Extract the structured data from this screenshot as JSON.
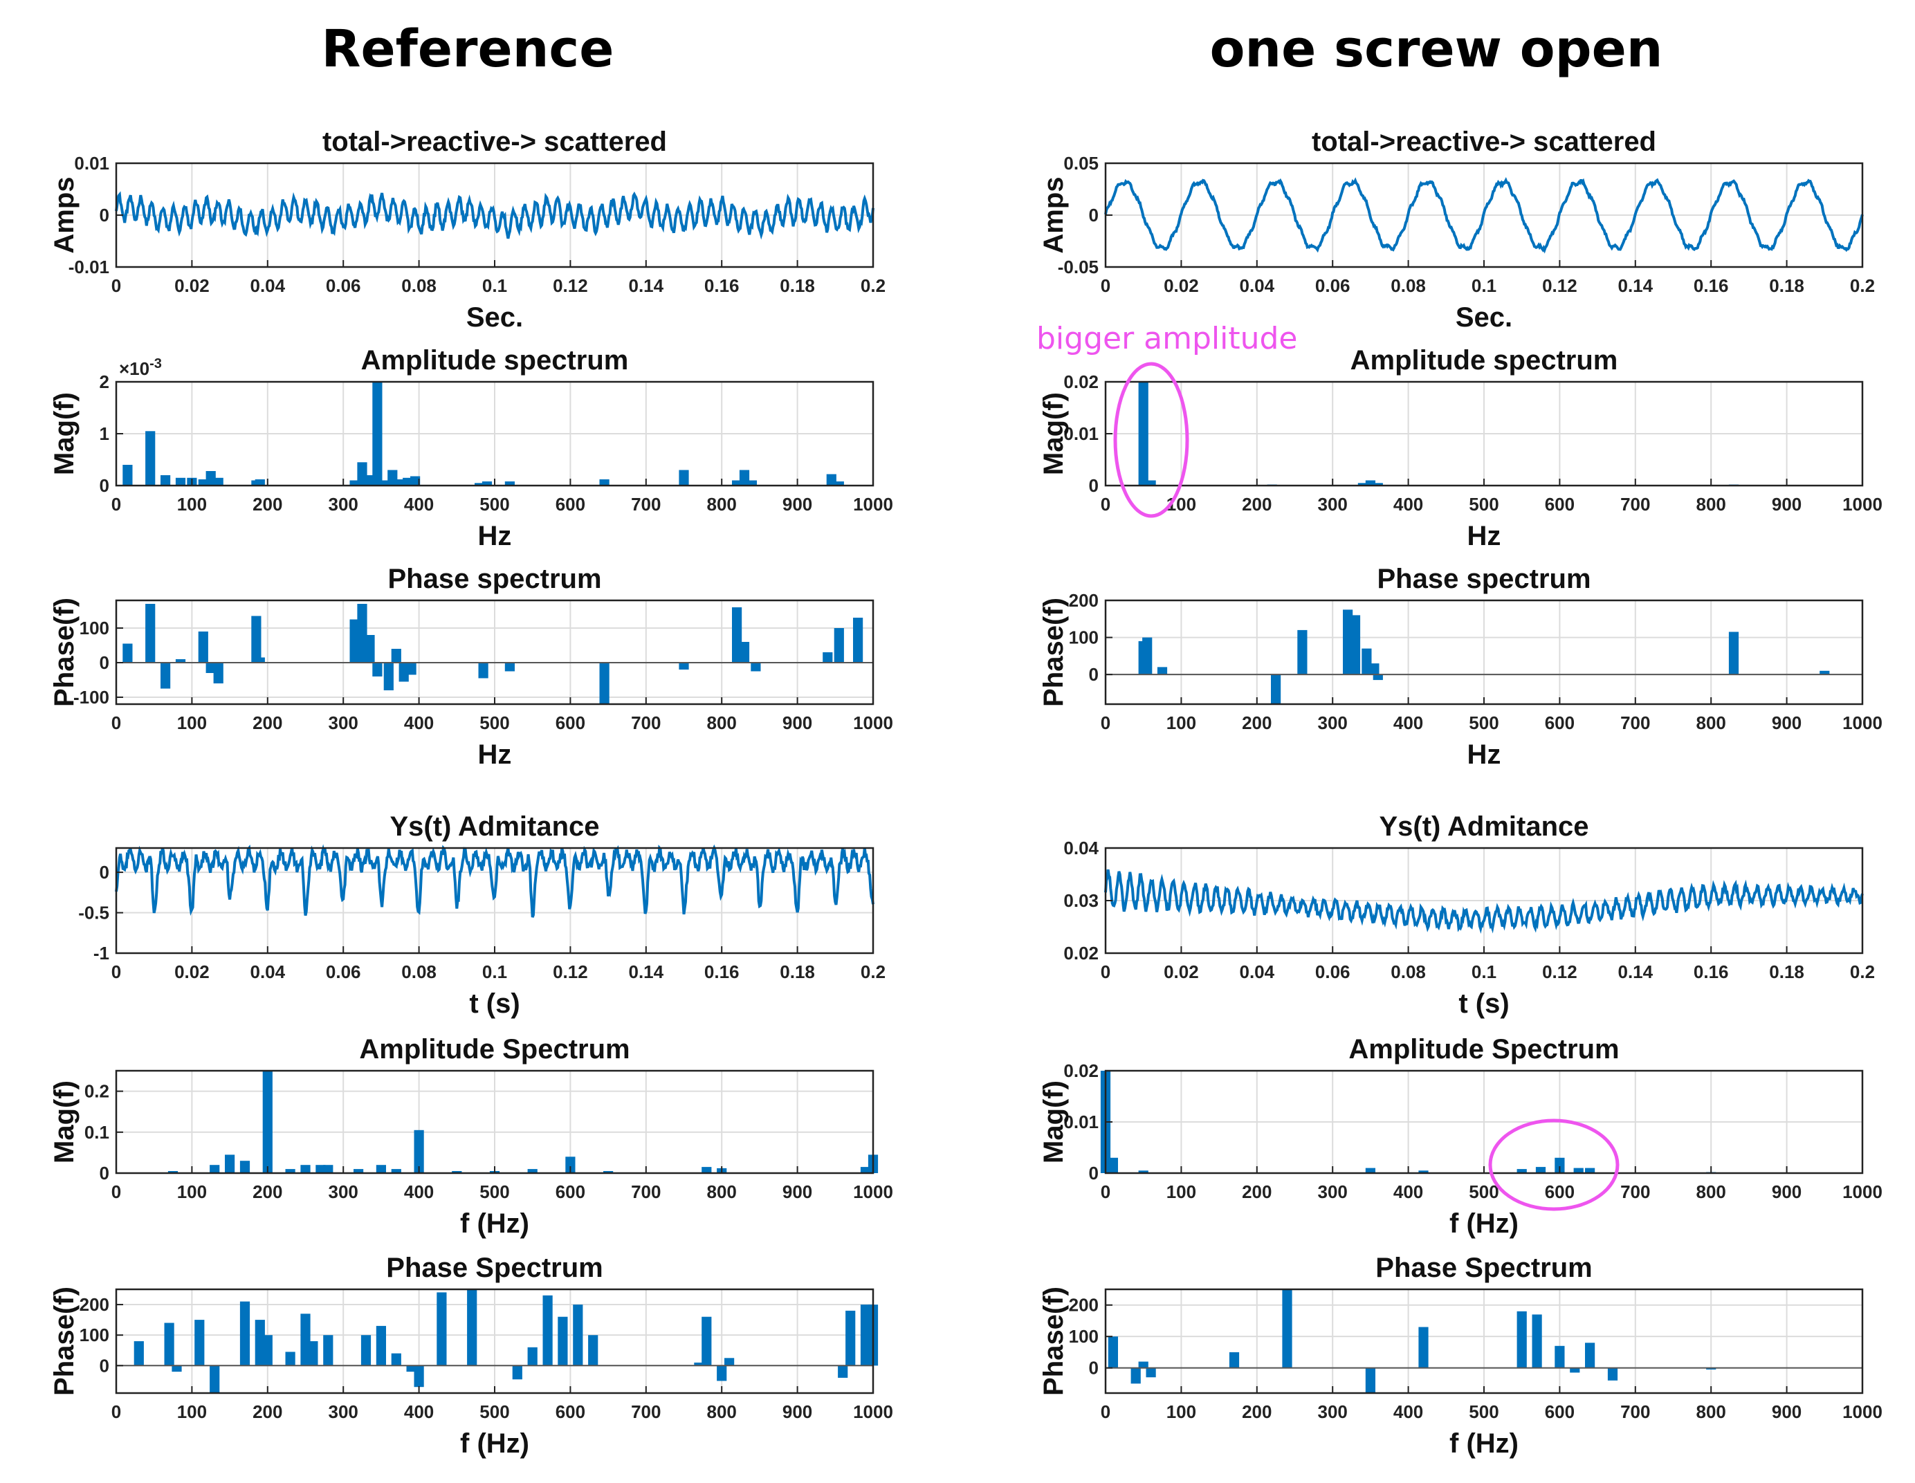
{
  "columns": {
    "left_title": "Reference",
    "right_title": "one screw open"
  },
  "annotations": {
    "bigger_amplitude": "bigger amplitude"
  },
  "colors": {
    "series": "#0072BD",
    "annotation": "#ee55ee",
    "grid": "#dcdcdc"
  },
  "chart_data": [
    {
      "type": "line",
      "title": "total->reactive-> scattered",
      "xlabel": "Sec.",
      "ylabel": "Amps",
      "xlim": [
        0,
        0.2
      ],
      "ylim": [
        -0.01,
        0.01
      ],
      "xticks": [
        0,
        0.02,
        0.04,
        0.06,
        0.08,
        0.1,
        0.12,
        0.14,
        0.16,
        0.18,
        0.2
      ],
      "xticklabels": [
        "0",
        "0.02",
        "0.04",
        "0.06",
        "0.08",
        "0.1",
        "0.12",
        "0.14",
        "0.16",
        "0.18",
        "0.2"
      ],
      "yticks": [
        -0.01,
        0,
        0.01
      ],
      "yticklabels": [
        "-0.01",
        "0",
        "0.01"
      ],
      "signal": {
        "components": [
          {
            "freq": 345,
            "amp": 0.0022
          },
          {
            "freq": 45,
            "amp": 0.0011
          },
          {
            "freq": 15,
            "amp": 0.0004
          },
          {
            "freq": 130,
            "amp": 0.0003
          }
        ],
        "noise": 0.0006
      }
    },
    {
      "type": "bar",
      "title": "Amplitude spectrum",
      "xlabel": "Hz",
      "ylabel": "Mag(f)",
      "xlim": [
        0,
        1000
      ],
      "ylim": [
        0,
        0.002
      ],
      "xticks": [
        0,
        100,
        200,
        300,
        400,
        500,
        600,
        700,
        800,
        900,
        1000
      ],
      "xticklabels": [
        "0",
        "100",
        "200",
        "300",
        "400",
        "500",
        "600",
        "700",
        "800",
        "900",
        "1000"
      ],
      "yticks": [
        0,
        0.001,
        0.002
      ],
      "yticklabels": [
        "0",
        "1",
        "2"
      ],
      "exponent": "×10^-3",
      "bars": [
        [
          15,
          0.0004
        ],
        [
          45,
          0.00105
        ],
        [
          65,
          0.0002
        ],
        [
          85,
          0.00015
        ],
        [
          100,
          0.00015
        ],
        [
          115,
          0.00012
        ],
        [
          125,
          0.00028
        ],
        [
          135,
          0.00015
        ],
        [
          185,
          0.0001
        ],
        [
          190,
          0.00012
        ],
        [
          315,
          0.0001
        ],
        [
          325,
          0.00045
        ],
        [
          335,
          0.0002
        ],
        [
          345,
          0.002
        ],
        [
          355,
          0.0001
        ],
        [
          365,
          0.0003
        ],
        [
          375,
          0.00012
        ],
        [
          385,
          0.00015
        ],
        [
          395,
          0.00018
        ],
        [
          480,
          5e-05
        ],
        [
          490,
          8e-05
        ],
        [
          520,
          8e-05
        ],
        [
          645,
          0.00012
        ],
        [
          750,
          0.0003
        ],
        [
          820,
          0.0001
        ],
        [
          830,
          0.0003
        ],
        [
          840,
          0.0001
        ],
        [
          945,
          0.00022
        ],
        [
          955,
          8e-05
        ]
      ]
    },
    {
      "type": "bar",
      "title": "Phase spectrum",
      "xlabel": "Hz",
      "ylabel": "Phase(f)",
      "xlim": [
        0,
        1000
      ],
      "ylim": [
        -120,
        180
      ],
      "xticks": [
        0,
        100,
        200,
        300,
        400,
        500,
        600,
        700,
        800,
        900,
        1000
      ],
      "xticklabels": [
        "0",
        "100",
        "200",
        "300",
        "400",
        "500",
        "600",
        "700",
        "800",
        "900",
        "1000"
      ],
      "yticks": [
        -100,
        0,
        100
      ],
      "yticklabels": [
        "-100",
        "0",
        "100"
      ],
      "bars": [
        [
          15,
          55
        ],
        [
          45,
          170
        ],
        [
          65,
          -75
        ],
        [
          85,
          10
        ],
        [
          115,
          90
        ],
        [
          125,
          -30
        ],
        [
          135,
          -60
        ],
        [
          185,
          135
        ],
        [
          190,
          15
        ],
        [
          315,
          125
        ],
        [
          325,
          170
        ],
        [
          335,
          80
        ],
        [
          345,
          -40
        ],
        [
          360,
          -80
        ],
        [
          370,
          40
        ],
        [
          380,
          -55
        ],
        [
          390,
          -35
        ],
        [
          485,
          -45
        ],
        [
          520,
          -25
        ],
        [
          645,
          -120
        ],
        [
          750,
          -20
        ],
        [
          820,
          160
        ],
        [
          830,
          60
        ],
        [
          845,
          -25
        ],
        [
          940,
          30
        ],
        [
          955,
          100
        ],
        [
          980,
          130
        ]
      ]
    },
    {
      "type": "line",
      "title": "Ys(t) Admitance",
      "xlabel": "t (s)",
      "ylabel": "",
      "xlim": [
        0,
        0.2
      ],
      "ylim": [
        -1,
        0.3
      ],
      "xticks": [
        0,
        0.02,
        0.04,
        0.06,
        0.08,
        0.1,
        0.12,
        0.14,
        0.16,
        0.18,
        0.2
      ],
      "xticklabels": [
        "0",
        "0.02",
        "0.04",
        "0.06",
        "0.08",
        "0.1",
        "0.12",
        "0.14",
        "0.16",
        "0.18",
        "0.2"
      ],
      "yticks": [
        -1,
        -0.5,
        0
      ],
      "yticklabels": [
        "-1",
        "-0.5",
        "0"
      ],
      "signal": {
        "spikes_per_sec": 100,
        "baseline": 0.15,
        "spike_depth": -0.55,
        "ripple": 0.1,
        "noise": 0.06
      }
    },
    {
      "type": "bar",
      "title": "Amplitude Spectrum",
      "xlabel": "f (Hz)",
      "ylabel": "Mag(f)",
      "xlim": [
        0,
        1000
      ],
      "ylim": [
        0,
        0.25
      ],
      "xticks": [
        0,
        100,
        200,
        300,
        400,
        500,
        600,
        700,
        800,
        900,
        1000
      ],
      "xticklabels": [
        "0",
        "100",
        "200",
        "300",
        "400",
        "500",
        "600",
        "700",
        "800",
        "900",
        "1000"
      ],
      "yticks": [
        0,
        0.1,
        0.2
      ],
      "yticklabels": [
        "0",
        "0.1",
        "0.2"
      ],
      "bars": [
        [
          75,
          0.005
        ],
        [
          130,
          0.02
        ],
        [
          150,
          0.045
        ],
        [
          170,
          0.03
        ],
        [
          200,
          0.25
        ],
        [
          230,
          0.01
        ],
        [
          250,
          0.02
        ],
        [
          270,
          0.02
        ],
        [
          280,
          0.02
        ],
        [
          320,
          0.01
        ],
        [
          350,
          0.02
        ],
        [
          370,
          0.01
        ],
        [
          400,
          0.105
        ],
        [
          450,
          0.005
        ],
        [
          500,
          0.005
        ],
        [
          550,
          0.01
        ],
        [
          600,
          0.04
        ],
        [
          650,
          0.005
        ],
        [
          780,
          0.015
        ],
        [
          800,
          0.012
        ],
        [
          990,
          0.015
        ],
        [
          1000,
          0.045
        ]
      ]
    },
    {
      "type": "bar",
      "title": "Phase Spectrum",
      "xlabel": "f (Hz)",
      "ylabel": "Phase(f)",
      "xlim": [
        0,
        1000
      ],
      "ylim": [
        -90,
        250
      ],
      "xticks": [
        0,
        100,
        200,
        300,
        400,
        500,
        600,
        700,
        800,
        900,
        1000
      ],
      "xticklabels": [
        "0",
        "100",
        "200",
        "300",
        "400",
        "500",
        "600",
        "700",
        "800",
        "900",
        "1000"
      ],
      "yticks": [
        0,
        100,
        200
      ],
      "yticklabels": [
        "0",
        "100",
        "200"
      ],
      "bars": [
        [
          30,
          80
        ],
        [
          70,
          140
        ],
        [
          80,
          -20
        ],
        [
          110,
          150
        ],
        [
          130,
          -90
        ],
        [
          170,
          210
        ],
        [
          190,
          150
        ],
        [
          200,
          100
        ],
        [
          230,
          45
        ],
        [
          250,
          170
        ],
        [
          260,
          80
        ],
        [
          280,
          100
        ],
        [
          330,
          100
        ],
        [
          350,
          130
        ],
        [
          370,
          40
        ],
        [
          390,
          -20
        ],
        [
          400,
          -70
        ],
        [
          430,
          240
        ],
        [
          470,
          250
        ],
        [
          530,
          -45
        ],
        [
          550,
          60
        ],
        [
          570,
          230
        ],
        [
          590,
          160
        ],
        [
          610,
          200
        ],
        [
          630,
          100
        ],
        [
          770,
          10
        ],
        [
          780,
          160
        ],
        [
          800,
          -50
        ],
        [
          810,
          25
        ],
        [
          960,
          -40
        ],
        [
          970,
          180
        ],
        [
          990,
          200
        ],
        [
          1000,
          200
        ]
      ]
    },
    {
      "type": "line",
      "title": "total->reactive-> scattered",
      "xlabel": "Sec.",
      "ylabel": "Amps",
      "xlim": [
        0,
        0.2
      ],
      "ylim": [
        -0.05,
        0.05
      ],
      "xticks": [
        0,
        0.02,
        0.04,
        0.06,
        0.08,
        0.1,
        0.12,
        0.14,
        0.16,
        0.18,
        0.2
      ],
      "xticklabels": [
        "0",
        "0.02",
        "0.04",
        "0.06",
        "0.08",
        "0.1",
        "0.12",
        "0.14",
        "0.16",
        "0.18",
        "0.2"
      ],
      "yticks": [
        -0.05,
        0,
        0.05
      ],
      "yticklabels": [
        "-0.05",
        "0",
        "0.05"
      ],
      "signal": {
        "components": [
          {
            "freq": 50,
            "amp": 0.032
          },
          {
            "freq": 350,
            "amp": 0.002
          }
        ],
        "noise": 0.0012
      }
    },
    {
      "type": "bar",
      "title": "Amplitude spectrum",
      "xlabel": "Hz",
      "ylabel": "Mag(f)",
      "xlim": [
        0,
        1000
      ],
      "ylim": [
        0,
        0.02
      ],
      "xticks": [
        0,
        100,
        200,
        300,
        400,
        500,
        600,
        700,
        800,
        900,
        1000
      ],
      "xticklabels": [
        "0",
        "100",
        "200",
        "300",
        "400",
        "500",
        "600",
        "700",
        "800",
        "900",
        "1000"
      ],
      "yticks": [
        0,
        0.01,
        0.02
      ],
      "yticklabels": [
        "0",
        "0.01",
        "0.02"
      ],
      "bars": [
        [
          50,
          0.02
        ],
        [
          60,
          0.001
        ],
        [
          220,
          0.0002
        ],
        [
          340,
          0.0005
        ],
        [
          350,
          0.001
        ],
        [
          360,
          0.0005
        ],
        [
          830,
          0.0002
        ]
      ]
    },
    {
      "type": "bar",
      "title": "Phase spectrum",
      "xlabel": "Hz",
      "ylabel": "Phase(f)",
      "xlim": [
        0,
        1000
      ],
      "ylim": [
        -80,
        200
      ],
      "xticks": [
        0,
        100,
        200,
        300,
        400,
        500,
        600,
        700,
        800,
        900,
        1000
      ],
      "xticklabels": [
        "0",
        "100",
        "200",
        "300",
        "400",
        "500",
        "600",
        "700",
        "800",
        "900",
        "1000"
      ],
      "yticks": [
        0,
        100,
        200
      ],
      "yticklabels": [
        "0",
        "100",
        "200"
      ],
      "bars": [
        [
          50,
          90
        ],
        [
          55,
          100
        ],
        [
          75,
          20
        ],
        [
          225,
          -80
        ],
        [
          260,
          120
        ],
        [
          320,
          175
        ],
        [
          330,
          160
        ],
        [
          345,
          70
        ],
        [
          355,
          30
        ],
        [
          360,
          -15
        ],
        [
          830,
          115
        ],
        [
          950,
          10
        ]
      ]
    },
    {
      "type": "line",
      "title": "Ys(t) Admitance",
      "xlabel": "t (s)",
      "ylabel": "",
      "xlim": [
        0,
        0.2
      ],
      "ylim": [
        0.02,
        0.04
      ],
      "xticks": [
        0,
        0.02,
        0.04,
        0.06,
        0.08,
        0.1,
        0.12,
        0.14,
        0.16,
        0.18,
        0.2
      ],
      "xticklabels": [
        "0",
        "0.02",
        "0.04",
        "0.06",
        "0.08",
        "0.1",
        "0.12",
        "0.14",
        "0.16",
        "0.18",
        "0.2"
      ],
      "yticks": [
        0.02,
        0.03,
        0.04
      ],
      "yticklabels": [
        "0.02",
        "0.03",
        "0.04"
      ],
      "signal": {
        "trend": [
          [
            0,
            0.032
          ],
          [
            0.05,
            0.029
          ],
          [
            0.09,
            0.0265
          ],
          [
            0.12,
            0.027
          ],
          [
            0.16,
            0.031
          ],
          [
            0.2,
            0.031
          ]
        ],
        "ripple_freq": 350,
        "ripple_amp": [
          [
            0,
            0.0035
          ],
          [
            0.05,
            0.0015
          ],
          [
            0.1,
            0.0015
          ],
          [
            0.15,
            0.002
          ],
          [
            0.2,
            0.001
          ]
        ],
        "noise": 0.0006
      }
    },
    {
      "type": "bar",
      "title": "Amplitude Spectrum",
      "xlabel": "f (Hz)",
      "ylabel": "Mag(f)",
      "xlim": [
        0,
        1000
      ],
      "ylim": [
        0,
        0.02
      ],
      "xticks": [
        0,
        100,
        200,
        300,
        400,
        500,
        600,
        700,
        800,
        900,
        1000
      ],
      "xticklabels": [
        "0",
        "100",
        "200",
        "300",
        "400",
        "500",
        "600",
        "700",
        "800",
        "900",
        "1000"
      ],
      "yticks": [
        0,
        0.01,
        0.02
      ],
      "yticklabels": [
        "0",
        "0.01",
        "0.02"
      ],
      "bars": [
        [
          0,
          0.02
        ],
        [
          10,
          0.003
        ],
        [
          50,
          0.0005
        ],
        [
          350,
          0.001
        ],
        [
          420,
          0.0005
        ],
        [
          550,
          0.0008
        ],
        [
          575,
          0.0012
        ],
        [
          600,
          0.003
        ],
        [
          625,
          0.001
        ],
        [
          640,
          0.001
        ],
        [
          800,
          0.0002
        ]
      ]
    },
    {
      "type": "bar",
      "title": "Phase Spectrum",
      "xlabel": "f (Hz)",
      "ylabel": "Phase(f)",
      "xlim": [
        0,
        1000
      ],
      "ylim": [
        -80,
        250
      ],
      "xticks": [
        0,
        100,
        200,
        300,
        400,
        500,
        600,
        700,
        800,
        900,
        1000
      ],
      "xticklabels": [
        "0",
        "100",
        "200",
        "300",
        "400",
        "500",
        "600",
        "700",
        "800",
        "900",
        "1000"
      ],
      "yticks": [
        0,
        100,
        200
      ],
      "yticklabels": [
        "0",
        "100",
        "200"
      ],
      "bars": [
        [
          10,
          100
        ],
        [
          40,
          -50
        ],
        [
          50,
          20
        ],
        [
          60,
          -30
        ],
        [
          170,
          50
        ],
        [
          240,
          250
        ],
        [
          350,
          -80
        ],
        [
          420,
          130
        ],
        [
          550,
          180
        ],
        [
          570,
          170
        ],
        [
          600,
          70
        ],
        [
          620,
          -15
        ],
        [
          640,
          80
        ],
        [
          670,
          -40
        ],
        [
          800,
          -5
        ]
      ]
    }
  ]
}
